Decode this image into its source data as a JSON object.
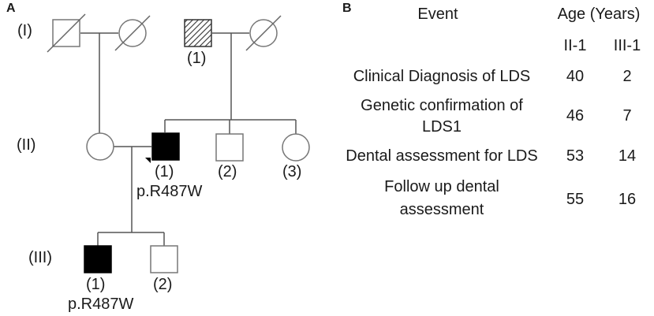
{
  "panel_a": {
    "label": "A",
    "generations": [
      "(I)",
      "(II)",
      "(III)"
    ],
    "individuals": [
      {
        "id": "I-1",
        "sex": "male",
        "deceased": true,
        "affected": "none"
      },
      {
        "id": "I-2",
        "sex": "female",
        "deceased": true,
        "affected": "none"
      },
      {
        "id": "I-3",
        "sex": "male",
        "deceased": false,
        "affected": "hatched",
        "number": "(1)"
      },
      {
        "id": "I-4",
        "sex": "female",
        "deceased": true,
        "affected": "none"
      },
      {
        "id": "II-0",
        "sex": "female",
        "deceased": false,
        "affected": "none"
      },
      {
        "id": "II-1",
        "sex": "male",
        "deceased": false,
        "affected": "full",
        "proband": true,
        "number": "(1)",
        "variant": "p.R487W"
      },
      {
        "id": "II-2",
        "sex": "male",
        "deceased": false,
        "affected": "none",
        "number": "(2)"
      },
      {
        "id": "II-3",
        "sex": "female",
        "deceased": false,
        "affected": "none",
        "number": "(3)"
      },
      {
        "id": "III-1",
        "sex": "male",
        "deceased": false,
        "affected": "full",
        "number": "(1)",
        "variant": "p.R487W"
      },
      {
        "id": "III-2",
        "sex": "male",
        "deceased": false,
        "affected": "none",
        "number": "(2)"
      }
    ]
  },
  "panel_b": {
    "label": "B",
    "header_event": "Event",
    "header_age": "Age (Years)",
    "col1": "II-1",
    "col2": "III-1",
    "rows": [
      {
        "event": [
          "Clinical Diagnosis of LDS"
        ],
        "ii1": "40",
        "iii1": "2"
      },
      {
        "event": [
          "Genetic confirmation of",
          "LDS1"
        ],
        "ii1": "46",
        "iii1": "7"
      },
      {
        "event": [
          "Dental assessment for LDS"
        ],
        "ii1": "53",
        "iii1": "14"
      },
      {
        "event": [
          "Follow up dental",
          "assessment"
        ],
        "ii1": "55",
        "iii1": "16"
      }
    ]
  }
}
